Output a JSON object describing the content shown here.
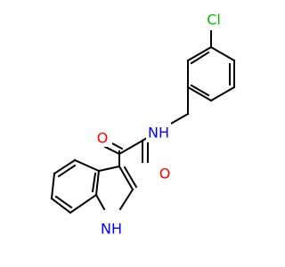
{
  "molecule": {
    "atoms": {
      "chlorine": {
        "label": "Cl",
        "color": "#00c000"
      },
      "amide_nitrogen": {
        "label": "NH",
        "color": "#0000ff"
      },
      "ketone_oxygen": {
        "label": "O",
        "color": "#ff0000"
      },
      "amide_oxygen": {
        "label": "O",
        "color": "#ff0000"
      },
      "indole_nitrogen": {
        "label": "NH",
        "color": "#0000ff"
      }
    }
  }
}
